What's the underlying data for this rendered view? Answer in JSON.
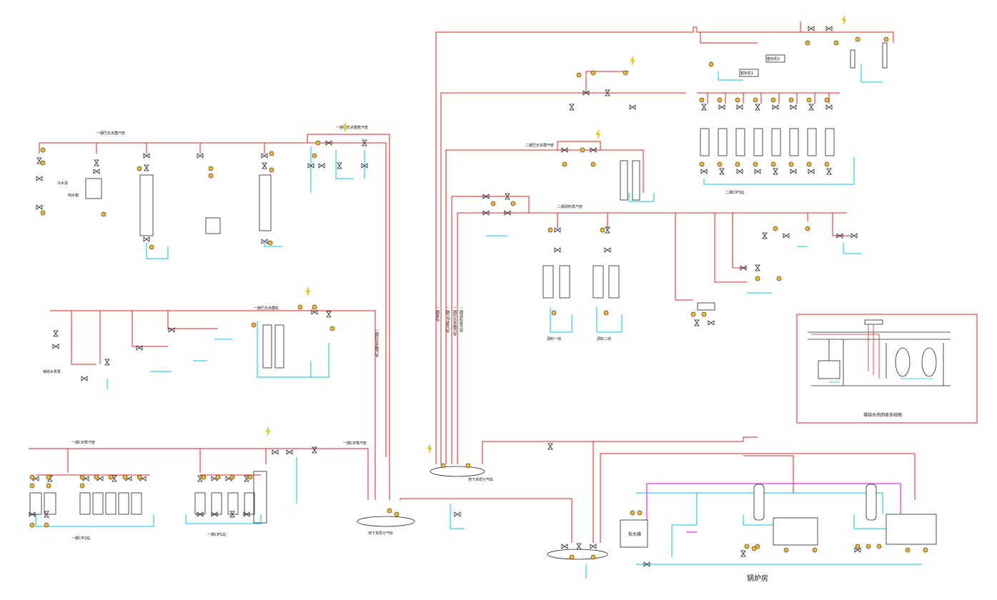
{
  "labels": {
    "phase1_cip_steam": "一期CIP蒸汽管",
    "phase1_cip_steam2": "一期CIP蒸汽管",
    "phase1_cip2": "一期CIP2站",
    "phase1_cip1": "一期CIP1站",
    "phase1_pasteur_steam": "一期巴氏杀菌机",
    "phase1_pasteur_main": "一期巴氏杀菌汽管",
    "cond_pump": "凝结水泵泵",
    "underground_tank1": "地下多层分气缸",
    "underground_tank2": "地下多层分气缸",
    "phase2_cip3": "二期CIP3站",
    "mix_tank1": "调料一线",
    "mix_tank2": "调料二线",
    "phase2_mix_steam": "二期调料蒸汽管",
    "phase2_pasteur_steam": "二期巴氏杀菌汽管",
    "label_machine1": "套标机1",
    "label_machine2": "套标机2",
    "boiler_room": "锅炉房",
    "soft_water_tank": "软水箱",
    "cond_recovery": "凝结水热回收系统图",
    "top_cond_station": "一期巴氏杀菌蒸汽管",
    "water_in": "冷水进",
    "pure_water": "纯水箱"
  },
  "colors": {
    "steam": "#e02020",
    "water": "#00c8e0",
    "condensate": "#e000e0",
    "equipment": "#222222",
    "dial": "#d9c23a"
  }
}
